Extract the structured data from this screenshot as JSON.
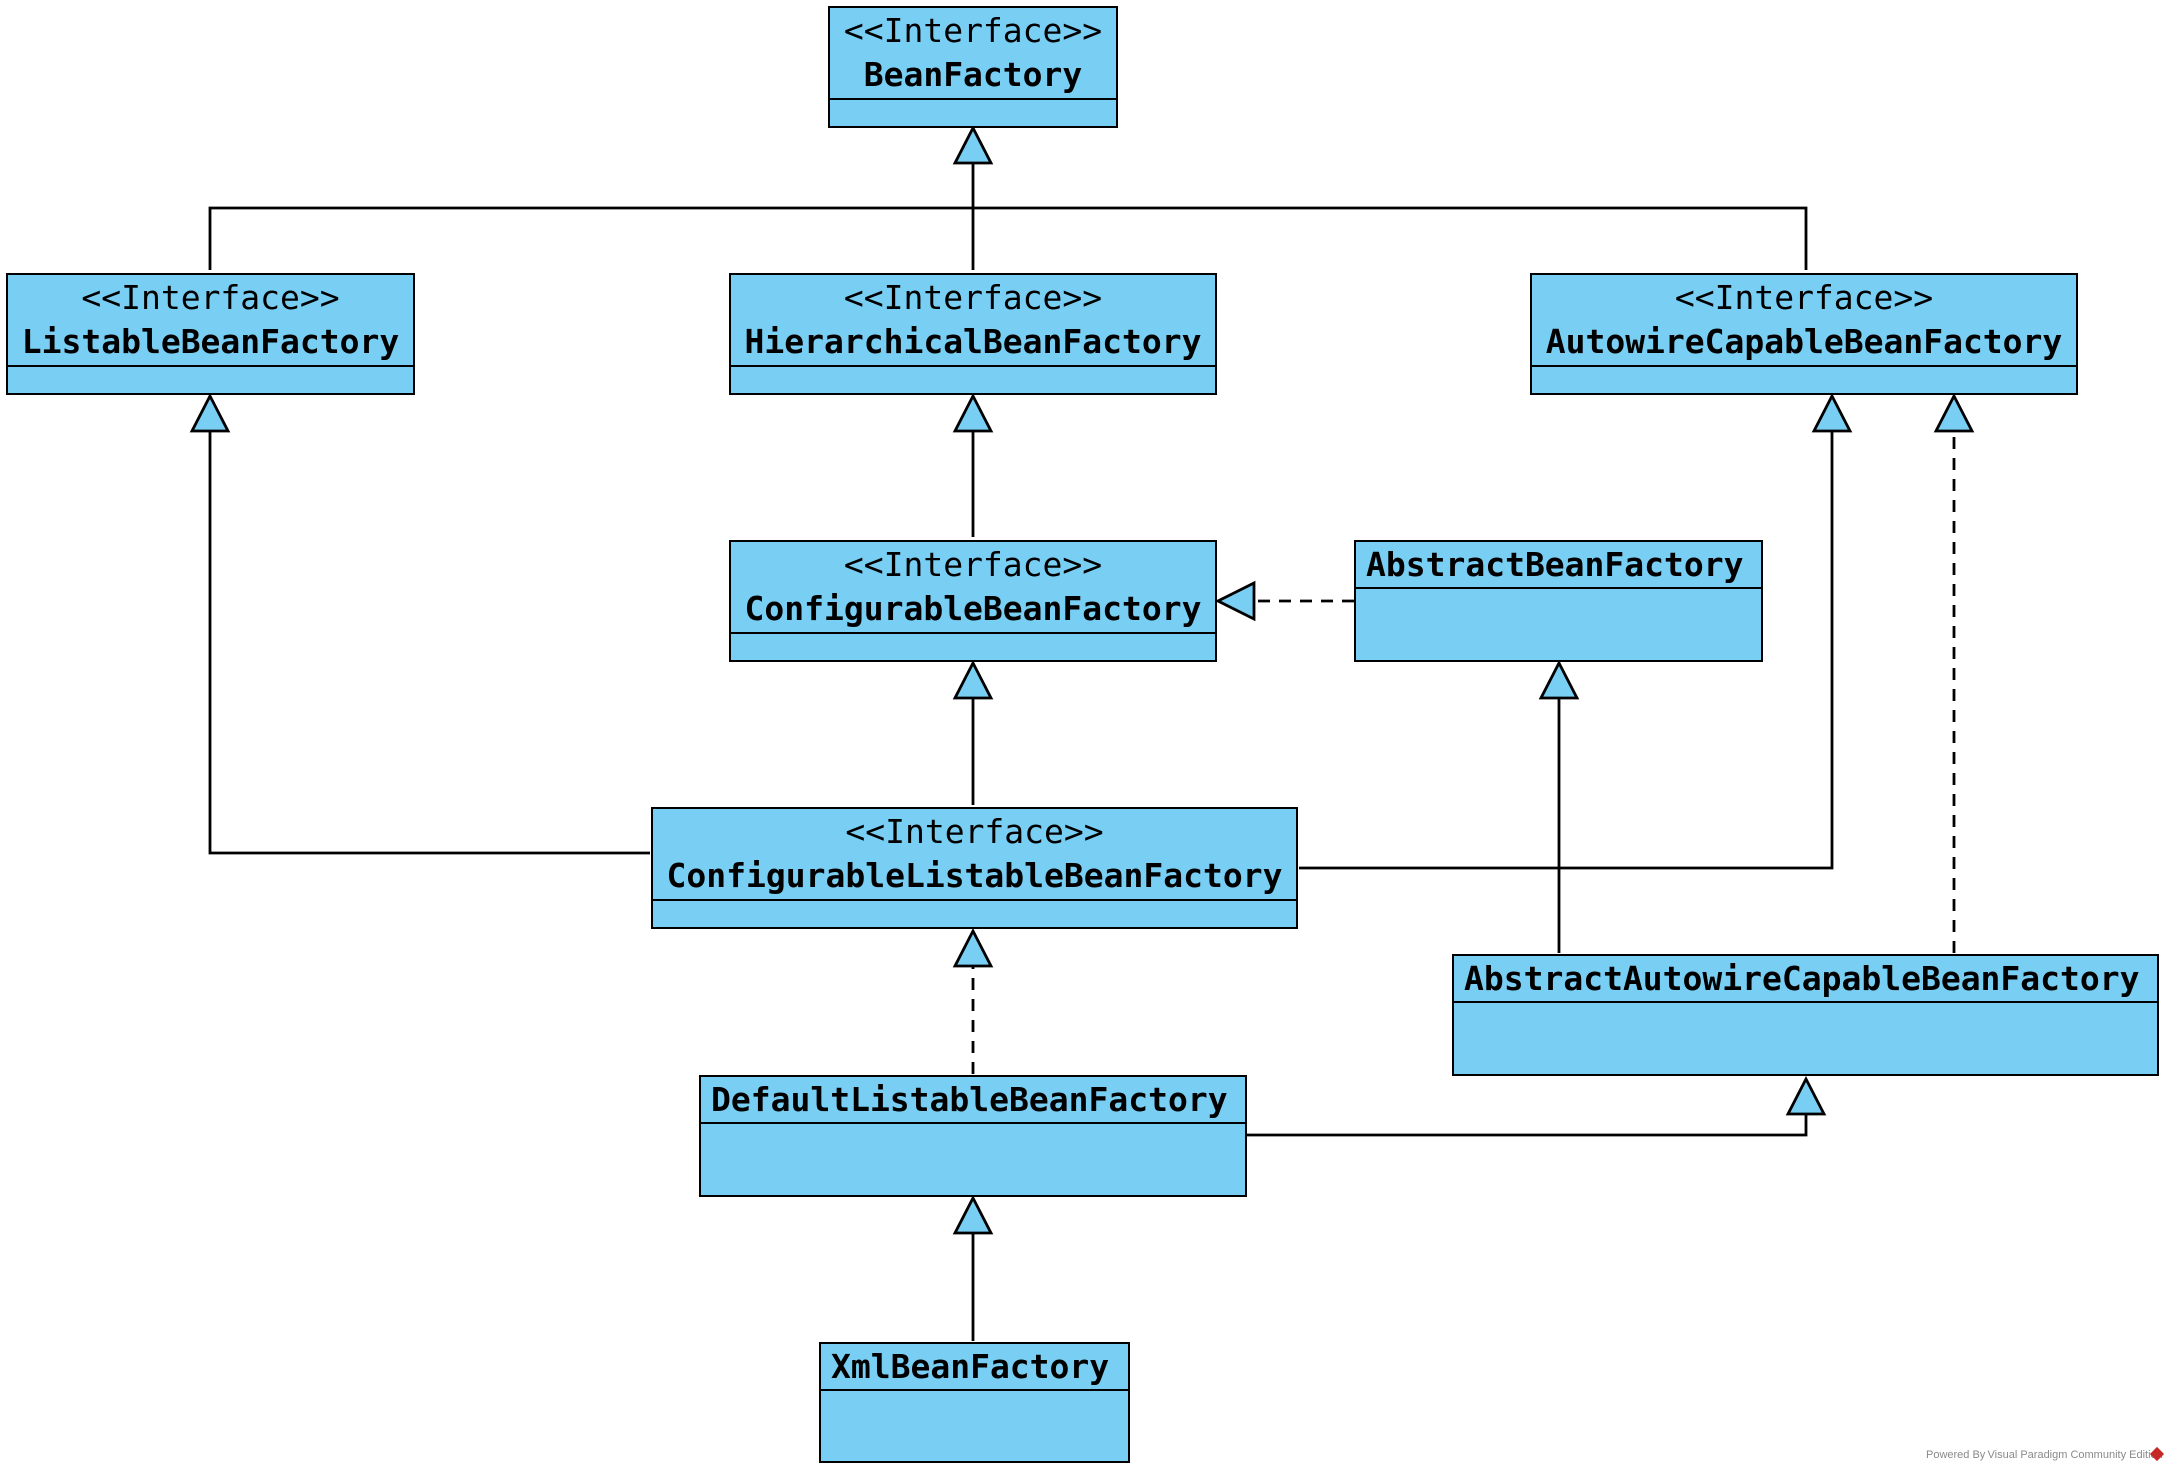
{
  "diagram": {
    "classes": {
      "bean_factory": {
        "stereotype": "<<Interface>>",
        "name": "BeanFactory"
      },
      "listable_bean_factory": {
        "stereotype": "<<Interface>>",
        "name": "ListableBeanFactory"
      },
      "hierarchical_bean_factory": {
        "stereotype": "<<Interface>>",
        "name": "HierarchicalBeanFactory"
      },
      "autowire_capable_bean_factory": {
        "stereotype": "<<Interface>>",
        "name": "AutowireCapableBeanFactory"
      },
      "configurable_bean_factory": {
        "stereotype": "<<Interface>>",
        "name": "ConfigurableBeanFactory"
      },
      "abstract_bean_factory": {
        "name": "AbstractBeanFactory"
      },
      "configurable_listable_bean_factory": {
        "stereotype": "<<Interface>>",
        "name": "ConfigurableListableBeanFactory"
      },
      "abstract_autowire_capable_bean_factory": {
        "name": "AbstractAutowireCapableBeanFactory"
      },
      "default_listable_bean_factory": {
        "name": "DefaultListableBeanFactory"
      },
      "xml_bean_factory": {
        "name": "XmlBeanFactory"
      }
    },
    "relationships": [
      {
        "from": "ListableBeanFactory",
        "to": "BeanFactory",
        "type": "generalization"
      },
      {
        "from": "HierarchicalBeanFactory",
        "to": "BeanFactory",
        "type": "generalization"
      },
      {
        "from": "AutowireCapableBeanFactory",
        "to": "BeanFactory",
        "type": "generalization"
      },
      {
        "from": "ConfigurableBeanFactory",
        "to": "HierarchicalBeanFactory",
        "type": "generalization"
      },
      {
        "from": "AbstractBeanFactory",
        "to": "ConfigurableBeanFactory",
        "type": "realization"
      },
      {
        "from": "ConfigurableListableBeanFactory",
        "to": "ConfigurableBeanFactory",
        "type": "generalization"
      },
      {
        "from": "ConfigurableListableBeanFactory",
        "to": "ListableBeanFactory",
        "type": "generalization"
      },
      {
        "from": "ConfigurableListableBeanFactory",
        "to": "AutowireCapableBeanFactory",
        "type": "generalization"
      },
      {
        "from": "AbstractAutowireCapableBeanFactory",
        "to": "AbstractBeanFactory",
        "type": "generalization"
      },
      {
        "from": "AbstractAutowireCapableBeanFactory",
        "to": "AutowireCapableBeanFactory",
        "type": "realization"
      },
      {
        "from": "DefaultListableBeanFactory",
        "to": "ConfigurableListableBeanFactory",
        "type": "realization"
      },
      {
        "from": "DefaultListableBeanFactory",
        "to": "AbstractAutowireCapableBeanFactory",
        "type": "generalization"
      },
      {
        "from": "XmlBeanFactory",
        "to": "DefaultListableBeanFactory",
        "type": "generalization"
      }
    ],
    "colors": {
      "class_fill": "#79cef4",
      "line": "#000000"
    }
  },
  "watermark": {
    "text": "Powered By Visual Paradigm Community Edition",
    "icon": "visual-paradigm-logo-icon"
  }
}
